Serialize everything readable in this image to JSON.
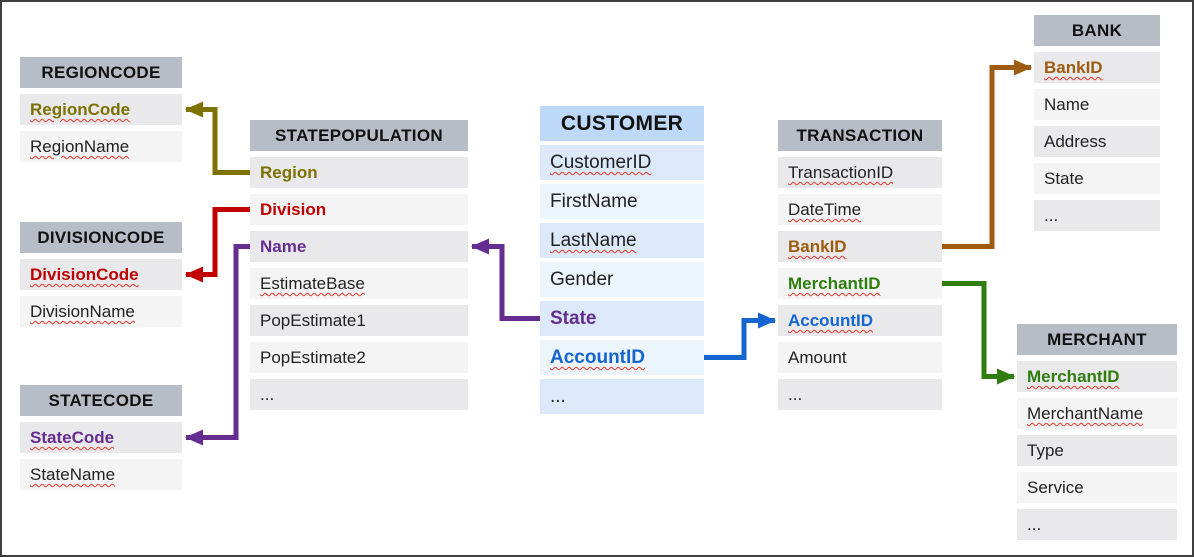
{
  "tables": {
    "regioncode": {
      "title": "REGIONCODE",
      "rows": [
        {
          "label": "RegionCode"
        },
        {
          "label": "RegionName"
        }
      ]
    },
    "divisioncode": {
      "title": "DIVISIONCODE",
      "rows": [
        {
          "label": "DivisionCode"
        },
        {
          "label": "DivisionName"
        }
      ]
    },
    "statecode": {
      "title": "STATECODE",
      "rows": [
        {
          "label": "StateCode"
        },
        {
          "label": "StateName"
        }
      ]
    },
    "statepopulation": {
      "title": "STATEPOPULATION",
      "rows": [
        {
          "label": "Region"
        },
        {
          "label": "Division"
        },
        {
          "label": "Name"
        },
        {
          "label": "EstimateBase"
        },
        {
          "label": "PopEstimate1"
        },
        {
          "label": "PopEstimate2"
        },
        {
          "label": "..."
        }
      ]
    },
    "customer": {
      "title": "CUSTOMER",
      "rows": [
        {
          "label": "CustomerID"
        },
        {
          "label": "FirstName"
        },
        {
          "label": "LastName"
        },
        {
          "label": "Gender"
        },
        {
          "label": "State"
        },
        {
          "label": "AccountID"
        },
        {
          "label": "..."
        }
      ]
    },
    "transaction": {
      "title": "TRANSACTION",
      "rows": [
        {
          "label": "TransactionID"
        },
        {
          "label": "DateTime"
        },
        {
          "label": "BankID"
        },
        {
          "label": "MerchantID"
        },
        {
          "label": "AccountID"
        },
        {
          "label": "Amount"
        },
        {
          "label": "..."
        }
      ]
    },
    "bank": {
      "title": "BANK",
      "rows": [
        {
          "label": "BankID"
        },
        {
          "label": "Name"
        },
        {
          "label": "Address"
        },
        {
          "label": "State"
        },
        {
          "label": "..."
        }
      ]
    },
    "merchant": {
      "title": "MERCHANT",
      "rows": [
        {
          "label": "MerchantID"
        },
        {
          "label": "MerchantName"
        },
        {
          "label": "Type"
        },
        {
          "label": "Service"
        },
        {
          "label": "..."
        }
      ]
    }
  },
  "colors": {
    "olive": "#7d7100",
    "red": "#c00000",
    "purple": "#662d91",
    "blue": "#1565d0",
    "brown": "#9e5c10",
    "green": "#2e7d0e",
    "header_gray": "#b7bdc6",
    "header_blue": "#bed9f7"
  },
  "relationships": [
    {
      "from": "STATEPOPULATION.Region",
      "to": "REGIONCODE.RegionCode",
      "color": "#7d7100"
    },
    {
      "from": "STATEPOPULATION.Division",
      "to": "DIVISIONCODE.DivisionCode",
      "color": "#c00000"
    },
    {
      "from": "STATEPOPULATION.Name",
      "to": "STATECODE.StateCode",
      "color": "#662d91"
    },
    {
      "from": "CUSTOMER.State",
      "to": "STATEPOPULATION.Name",
      "color": "#662d91"
    },
    {
      "from": "CUSTOMER.AccountID",
      "to": "TRANSACTION.AccountID",
      "color": "#1565d0"
    },
    {
      "from": "TRANSACTION.BankID",
      "to": "BANK.BankID",
      "color": "#9e5c10"
    },
    {
      "from": "TRANSACTION.MerchantID",
      "to": "MERCHANT.MerchantID",
      "color": "#2e7d0e"
    }
  ]
}
